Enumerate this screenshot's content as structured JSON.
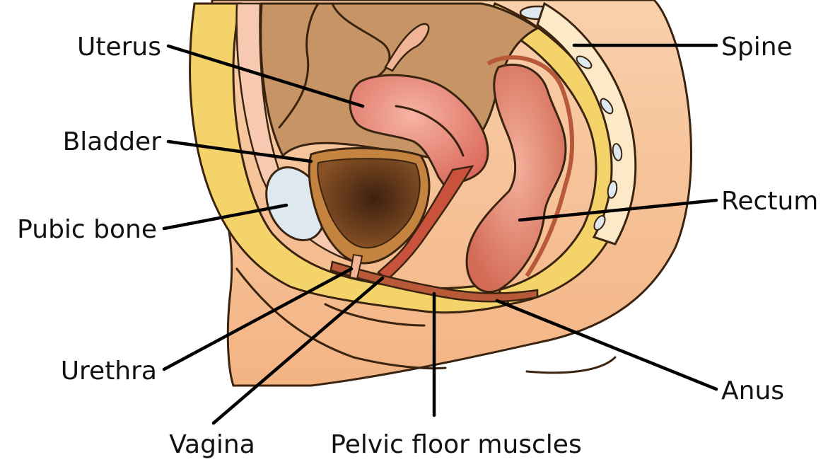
{
  "labels": {
    "uterus": "Uterus",
    "bladder": "Bladder",
    "pubic_bone": "Pubic bone",
    "urethra": "Urethra",
    "vagina": "Vagina",
    "pelvic_floor": "Pelvic floor muscles",
    "anus": "Anus",
    "rectum": "Rectum",
    "spine": "Spine"
  },
  "colors": {
    "skin": "#f7c49a",
    "fat": "#f4d36a",
    "organ_pink": "#e8857a",
    "bladder_dark": "#6b3a1a",
    "muscle": "#b8593a",
    "cavity": "#c79565",
    "bone": "#dde8ef",
    "spine_tissue": "#fbe9c8"
  }
}
